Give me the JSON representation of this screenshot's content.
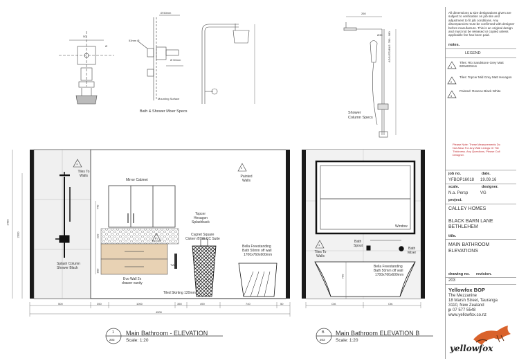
{
  "notes": {
    "text": "All dimensions & size designations given are subject to verification on job site and adjustment to fit job conditions. Any discrepancies must be confirmed with designer before manufacture. This is an original design and must not be released or copied unless applicable fee has been paid.",
    "heading": "notes."
  },
  "legend": {
    "heading": "LEGEND",
    "items": [
      {
        "tag": "1",
        "text": "Tiles: Rio Sandstone Grey Matt 600x600mm"
      },
      {
        "tag": "2",
        "text": "Tiles: Topcer Mid Grey Matt Hexagon"
      },
      {
        "tag": "3",
        "text": "Painted: Resene Black White"
      }
    ]
  },
  "warning": "Please Note: These Measurements Do Not Allow For Any Wall Linings Or Tile Thickness. Any Questions, Please Call Designer.",
  "titleblock": {
    "job_no_label": "job no.",
    "date_label": "date.",
    "job_no": "YFBOP16018",
    "date": "19.09.16",
    "scale_label": "scale.",
    "designer_label": "designer.",
    "scale": "N.a. Persp",
    "designer": "VG",
    "project_label": "project.",
    "project_name": "CALLEY HOMES",
    "project_address_1": "BLACK BARN LANE",
    "project_address_2": "BETHLEHEM",
    "title_label": "title.",
    "title_1": "MAIN BATHROOM",
    "title_2": "ELEVATIONS",
    "drawing_no_label": "drawing no.",
    "revision_label": "revision.",
    "drawing_no": "203",
    "company": "Yellowfox BOP",
    "address_1": "The Mezzanine",
    "address_2": "18 Marsh Street, Tauranga",
    "address_3": "3110, New Zealand",
    "phone_prefix": "p",
    "phone": "07 577 5548",
    "web": "www.yellowfox.co.nz",
    "logo": "yellowfox"
  },
  "specs": {
    "mixer_caption_1": "Bath & Shower Mixer Specs",
    "shower_caption_1": "Shower",
    "shower_caption_2": "Column Specs",
    "mixer_dims": [
      "50",
      "Ø",
      "53mm Ø",
      "Mounting Surface",
      "Ø 50mm",
      "Ø 50mm"
    ],
    "shower_dims": [
      "260",
      "ADJUSTABLE: 780 - 980",
      "Ø35"
    ]
  },
  "elevation_a": {
    "circle_top": "1",
    "circle_bottom": "203",
    "title": "Main Bathroom - ELEVATION",
    "scale": "Scale: 1:20",
    "labels": {
      "tiles_to_walls": "Tiles To Walls",
      "tag_tiles": "1",
      "painted_walls": "Painted Walls",
      "tag_paint": "3",
      "mirror": "Mirror Cabinet",
      "topcer_1": "Topcer",
      "topcer_2": "Hexagon",
      "topcer_3": "Splashback",
      "tag_hex": "2",
      "cygnet_1": "Cygnet Square",
      "cygnet_2": "Cistern BTW CC Suite",
      "splash_1": "Splash Column",
      "splash_2": "Shower Black",
      "evo_1": "Evo Wall 2x",
      "evo_2": "drawer vanity",
      "twh": "TWH",
      "bella_1": "Bella Freestanding",
      "bella_2": "Bath 50mm off wall",
      "bella_3": "1700x760x600mm",
      "skirting": "Tiled Skirting 120mm"
    },
    "dims_bottom": [
      "500",
      "350",
      "1000",
      "350",
      "490",
      "740",
      "50"
    ],
    "dim_total": "4500",
    "dims_left": [
      "2400",
      "2000"
    ],
    "dims_vanity": [
      "740",
      "220",
      "800"
    ]
  },
  "elevation_b": {
    "circle_top": "B",
    "circle_bottom": "203",
    "title": "Main Bathroom ELEVATION B",
    "scale": "Scale: 1:20",
    "labels": {
      "window": "Window",
      "tiles_to_walls": "Tiles To Walls",
      "tag_tiles": "1",
      "bath_spout_1": "Bath",
      "bath_spout_2": "Spout",
      "bath_mixer_1": "Bath",
      "bath_mixer_2": "Mixer",
      "bella_1": "Bella Freestanding",
      "bella_2": "Bath 50mm off wall",
      "bella_3": "1700x760x600mm",
      "dim_750": "750",
      "ctr_1": "Ctrl.",
      "ctr_2": "Ctrl."
    }
  },
  "colors": {
    "line": "#333333",
    "wall_hatch": "#1a1a1a",
    "vanity": "#e8d2b4",
    "red_note": "#c0282e",
    "logo_orange": "#d9622b"
  }
}
